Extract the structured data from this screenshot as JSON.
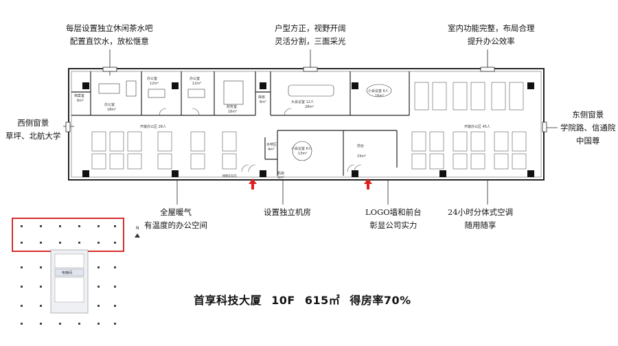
{
  "annotations": {
    "tea_bar": [
      "每层设置独立休闲茶水吧",
      "配置直饮水，放松惬意"
    ],
    "layout": [
      "户型方正，视野开阔",
      "灵活分割，三面采光"
    ],
    "functions": [
      "室内功能完整，布局合理",
      "提升办公效率"
    ],
    "west_window": [
      "西侧窗景",
      "草坪、北航大学"
    ],
    "east_window": [
      "东侧窗景",
      "学院路、信通院",
      "中国尊"
    ],
    "heating": [
      "全屋暖气",
      "有温度的办公空间"
    ],
    "server_room": [
      "设置独立机房"
    ],
    "logo_wall": [
      "LOGO墙和前台",
      "彰显公司实力"
    ],
    "ac": [
      "24小时分体式空调",
      "随用随享"
    ]
  },
  "rooms": {
    "archive": {
      "name": "档案室",
      "area": "6m²"
    },
    "office1": {
      "name": "办公室",
      "area": "18m²"
    },
    "office2": {
      "name": "办公室",
      "area": "12m²"
    },
    "office3": {
      "name": "办公室",
      "area": "12m²"
    },
    "finance": {
      "name": "财务室",
      "area": "16m²"
    },
    "storage": {
      "name": "库房",
      "area": "6m²"
    },
    "big_meeting": {
      "name": "大会议室 12人",
      "area": "28m²"
    },
    "small_meeting1": {
      "name": "小会议室 6人",
      "area": "16m²"
    },
    "open_west": {
      "name": "开敞办公区 28人"
    },
    "open_east": {
      "name": "开敞办公区 45人"
    },
    "water_bar": {
      "name": "水吧区",
      "area": "4m²"
    },
    "small_meeting2": {
      "name": "小会议室 6人",
      "area": "13m²"
    },
    "reception": {
      "name": "前台",
      "area": "23m²"
    },
    "server": {
      "name": "机房",
      "area": "5m²"
    },
    "door_label": "MM1021"
  },
  "keyplan": {
    "north": "N",
    "elevator": "电梯间"
  },
  "caption": {
    "building": "首享科技大厦",
    "floor": "10F",
    "area": "615㎡",
    "ratio": "得房率70%"
  },
  "colors": {
    "wall": "#222222",
    "highlight": "#d62b2b",
    "arrow": "#e02020"
  }
}
